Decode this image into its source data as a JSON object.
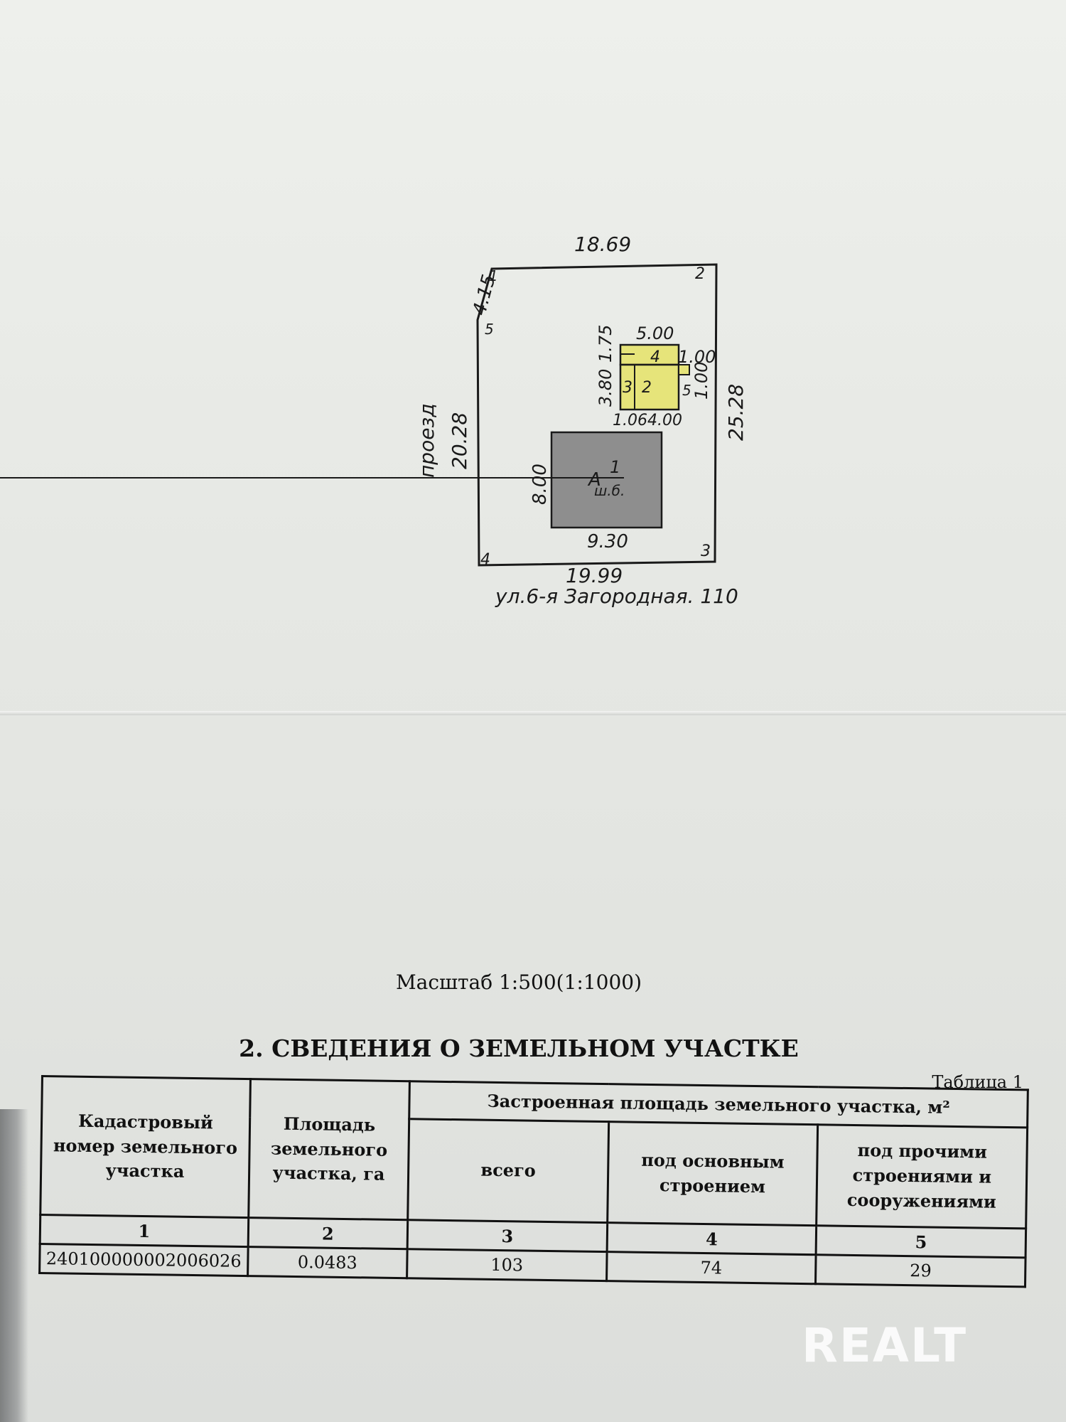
{
  "plan": {
    "top_length": "18.69",
    "left_top_length": "4.15",
    "left_length": "20.28",
    "right_length": "25.28",
    "bottom_length": "19.99",
    "side_label": "проезд",
    "address": "ул.6-я Загородная. 110",
    "corners": [
      "1",
      "2",
      "3",
      "4",
      "5"
    ],
    "annex": {
      "width": "5.00",
      "height_top": "1.75",
      "height_main": "3.80",
      "right_small": "1.00",
      "right_side": "1.00",
      "bottom_left": "1.06",
      "bottom_right": "4.00",
      "part_labels": [
        "4",
        "3",
        "2",
        "5"
      ]
    },
    "house": {
      "width": "9.30",
      "height": "8.00",
      "label_letter": "А",
      "label_number": "1",
      "label_type": "ш.б."
    },
    "colors": {
      "annex_fill": "#e6e47a",
      "house_fill": "#8e8e8e",
      "line": "#1a1a1a"
    }
  },
  "scale_text": "Масштаб  1:500(1:1000)",
  "section_title": "2. СВЕДЕНИЯ О ЗЕМЕЛЬНОМ УЧАСТКЕ",
  "table_label": "Таблица 1",
  "table": {
    "col1_header": "Кадастровый номер земельного участка",
    "col2_header": "Площадь земельного участка, га",
    "group_header": "Застроенная площадь земельного участка, м²",
    "col3_header": "всего",
    "col4_header": "под основным строением",
    "col5_header": "под прочими строениями и сооружениями",
    "col_numbers": [
      "1",
      "2",
      "3",
      "4",
      "5"
    ],
    "row": {
      "cadastral_number": "240100000002006026",
      "area_ha": "0.0483",
      "built_total": "103",
      "built_main": "74",
      "built_other": "29"
    }
  },
  "watermark": "REALT"
}
